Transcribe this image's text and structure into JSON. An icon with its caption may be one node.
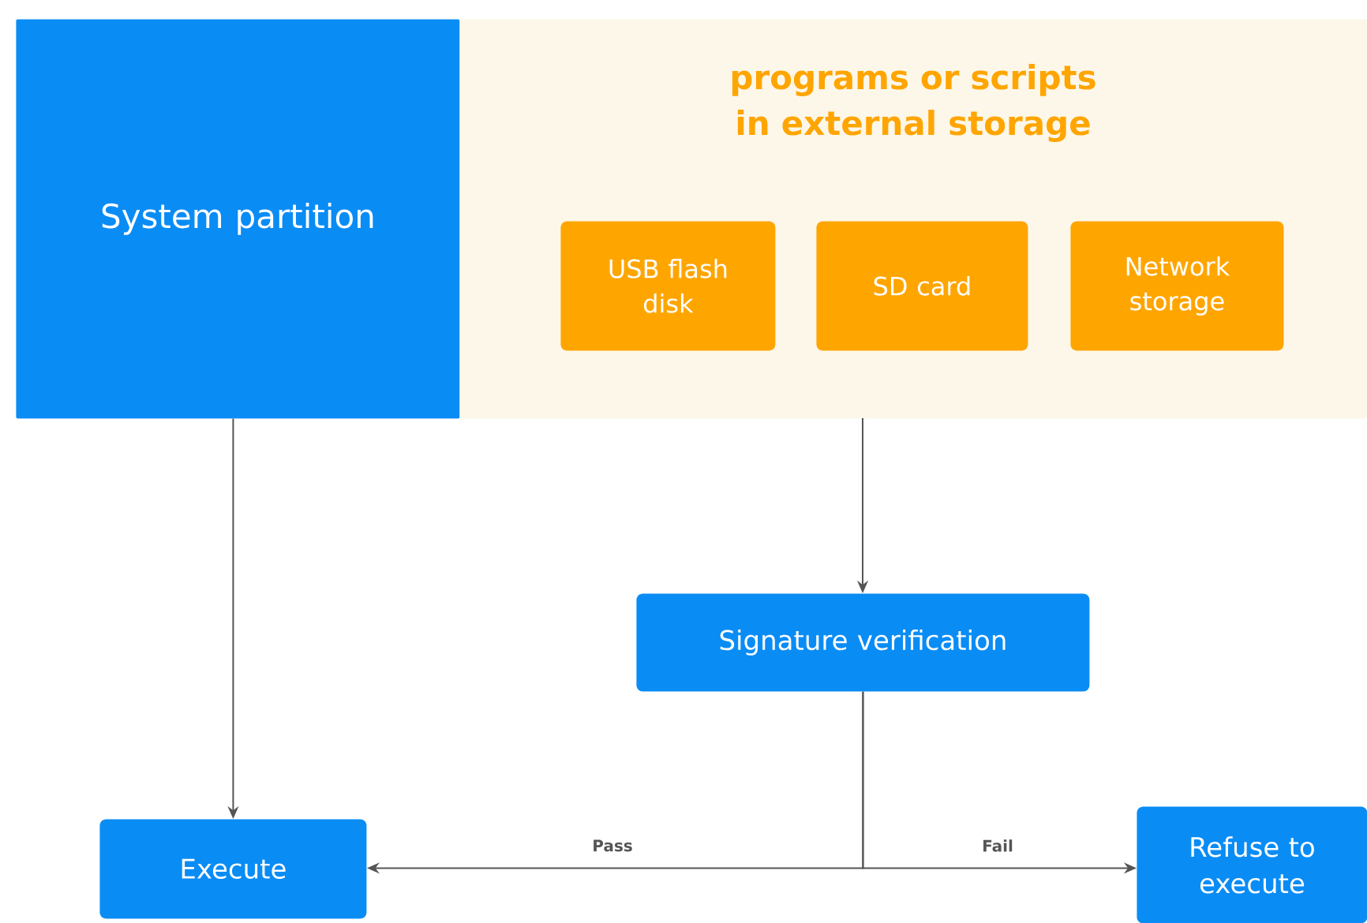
{
  "diagram": {
    "nodes": [
      {
        "text": [
          "System partition"
        ]
      },
      {
        "text": [
          "programs or scripts in external storage"
        ]
      },
      {
        "text": [
          "USB flash disk"
        ],
        "in": 1
      },
      {
        "text": [
          "SD card"
        ],
        "in": 1
      },
      {
        "text": [
          "Network storage"
        ],
        "in": 1
      },
      {
        "text": [
          "Signature verification"
        ]
      },
      {
        "text": [
          "Execute"
        ]
      },
      {
        "text": [
          "Refuse to execute"
        ]
      }
    ],
    "edges": [
      {
        "from": 0,
        "to": 6,
        "arrow": "to"
      },
      {
        "from": 1,
        "to": 5,
        "arrow": "to"
      },
      {
        "from": 5,
        "to": 6,
        "arrow": "to",
        "label": "Pass"
      },
      {
        "from": 5,
        "to": 7,
        "arrow": "to",
        "label": "Fail"
      }
    ]
  }
}
